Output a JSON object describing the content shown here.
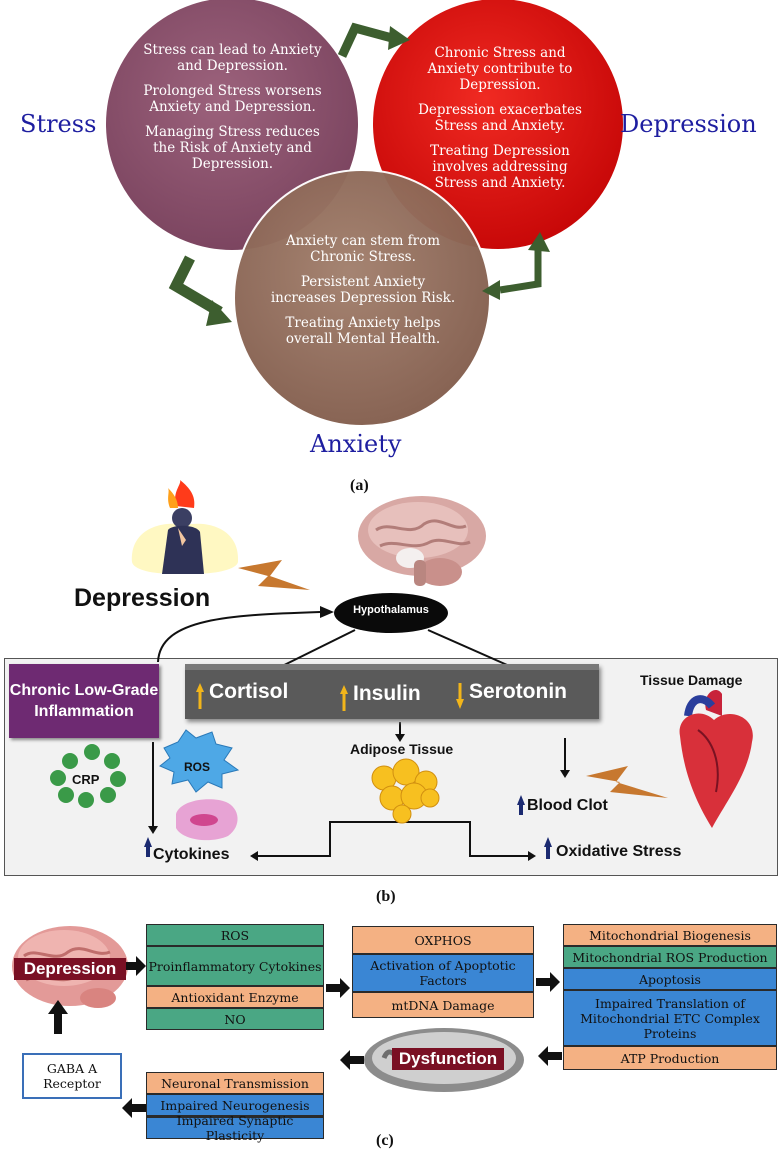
{
  "panel_a": {
    "caption": "(a)",
    "stress": {
      "label": "Stress",
      "lines": [
        "Stress can lead to Anxiety and Depression.",
        "Prolonged Stress worsens Anxiety and Depression.",
        "Managing Stress reduces the Risk of Anxiety and Depression."
      ],
      "color": "#8a4e6a"
    },
    "depression": {
      "label": "Depression",
      "lines": [
        "Chronic Stress and Anxiety contribute to Depression.",
        "Depression exacerbates Stress and Anxiety.",
        "Treating Depression involves addressing Stress and Anxiety."
      ],
      "color": "#e01010"
    },
    "anxiety": {
      "label": "Anxiety",
      "lines": [
        "Anxiety can stem from Chronic Stress.",
        "Persistent Anxiety increases Depression Risk.",
        "Treating Anxiety helps overall Mental Health."
      ],
      "color": "#957060"
    },
    "arrow_color": "#3d5e2f"
  },
  "panel_b": {
    "caption": "(b)",
    "depression": "Depression",
    "hypothalamus": "Hypothalamus",
    "inflammation": "Chronic Low-Grade Inflammation",
    "hormones": [
      "Cortisol",
      "Insulin",
      "Serotonin"
    ],
    "tissue_damage": "Tissue Damage",
    "crp": "CRP",
    "ros": "ROS",
    "adipose": "Adipose Tissue",
    "blood_clot": "Blood Clot",
    "cytokines": "Cytokines",
    "oxidative": "Oxidative Stress"
  },
  "panel_c": {
    "caption": "(c)",
    "depression": "Depression",
    "dysfunction": "Dysfunction",
    "gaba": "GABA A Receptor",
    "col1": [
      "ROS",
      "Proinflammatory Cytokines",
      "Antioxidant Enzyme",
      "NO"
    ],
    "col2": [
      "OXPHOS",
      "Activation of Apoptotic Factors",
      "mtDNA Damage"
    ],
    "col3": [
      "Mitochondrial Biogenesis",
      "Mitochondrial ROS Production",
      "Apoptosis",
      "Impaired Translation of Mitochondrial ETC Complex Proteins",
      "ATP Production"
    ],
    "col4": [
      "Neuronal Transmission",
      "Impaired Neurogenesis",
      "Impaired Synaptic Plasticity"
    ]
  }
}
